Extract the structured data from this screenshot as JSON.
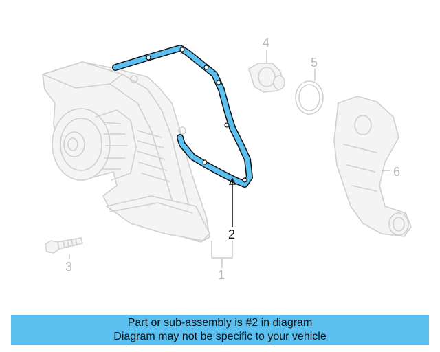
{
  "callouts": {
    "part_1": "1",
    "part_2": "2",
    "part_3": "3",
    "part_4": "4",
    "part_5": "5",
    "part_6": "6"
  },
  "banner": {
    "line1": "Part or sub-assembly is #2 in diagram",
    "line2": "Diagram may not be specific to your vehicle"
  },
  "colors": {
    "highlight": "#5bc0f0",
    "outline": "#111111",
    "ghost": "#d0d0d0"
  }
}
